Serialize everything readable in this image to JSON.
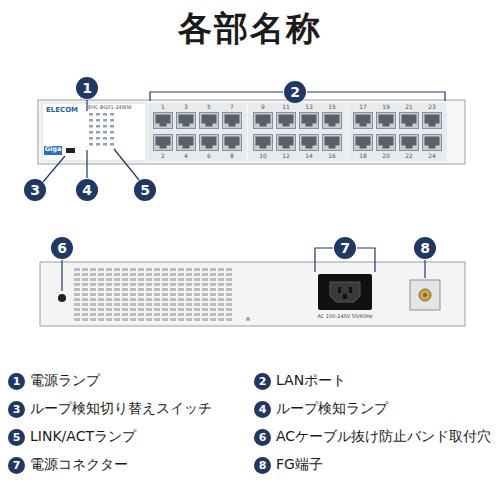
{
  "diagram": {
    "title": "各部名称",
    "nodes": [
      {
        "text": [
          "1"
        ]
      },
      {
        "text": [
          "2"
        ]
      },
      {
        "text": [
          "3"
        ]
      },
      {
        "text": [
          "4"
        ]
      },
      {
        "text": [
          "5"
        ]
      },
      {
        "text": [
          "6"
        ]
      },
      {
        "text": [
          "7"
        ]
      },
      {
        "text": [
          "8"
        ]
      },
      {
        "text": [
          "1",
          "電源ランプ"
        ]
      },
      {
        "text": [
          "2",
          "LANポート"
        ]
      },
      {
        "text": [
          "3",
          "ループ検知切り替えスイッチ"
        ]
      },
      {
        "text": [
          "4",
          "ループ検知ランプ"
        ]
      },
      {
        "text": [
          "5",
          "LINK/ACTランプ"
        ]
      },
      {
        "text": [
          "6",
          "ACケーブル抜け防止バンド取付穴"
        ]
      },
      {
        "text": [
          "7",
          "電源コネクター"
        ]
      },
      {
        "text": [
          "8",
          "FG端子"
        ]
      }
    ],
    "labels": [
      "ELECOM",
      "EHC-BG01-24WW",
      "Giga",
      "1",
      "3",
      "5",
      "7",
      "2",
      "4",
      "6",
      "8",
      "9",
      "11",
      "13",
      "15",
      "10",
      "12",
      "14",
      "16",
      "17",
      "19",
      "21",
      "23",
      "18",
      "20",
      "22",
      "24",
      "AC 100-240V 50/60Hz"
    ]
  }
}
